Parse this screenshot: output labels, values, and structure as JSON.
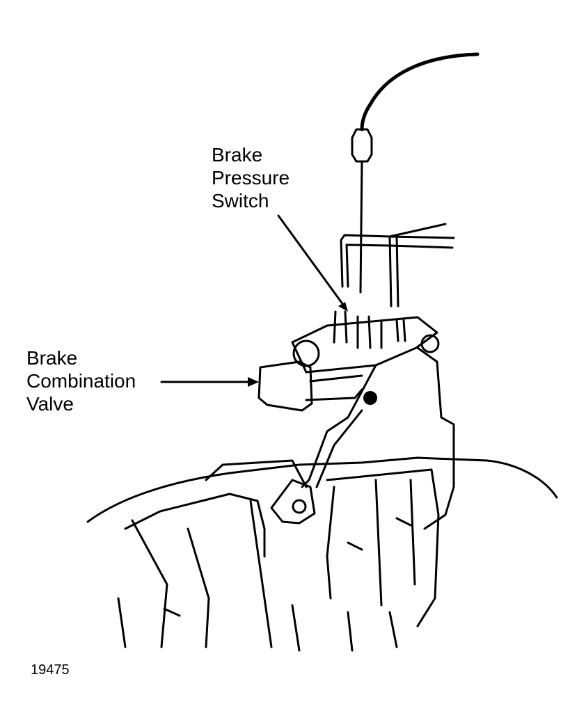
{
  "labels": {
    "pressure_switch": [
      "Brake",
      "Pressure",
      "Switch"
    ],
    "combination_valve": [
      "Brake",
      "Combination",
      "Valve"
    ]
  },
  "figure_number": "19475"
}
